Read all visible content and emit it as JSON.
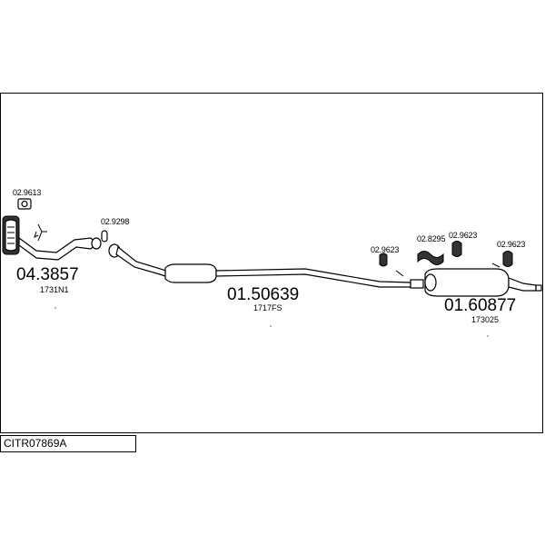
{
  "system_code": "CITR07869A",
  "parts": [
    {
      "number": "04.3857",
      "ref": "1731N1"
    },
    {
      "number": "01.50639",
      "ref": "1717FS"
    },
    {
      "number": "01.60877",
      "ref": "173025"
    }
  ],
  "accessories": [
    {
      "number": "02.9613"
    },
    {
      "number": "02.9298"
    },
    {
      "number": "02.9623"
    },
    {
      "number": "02.8295"
    },
    {
      "number": "02.9623"
    },
    {
      "number": "02.9623"
    }
  ]
}
